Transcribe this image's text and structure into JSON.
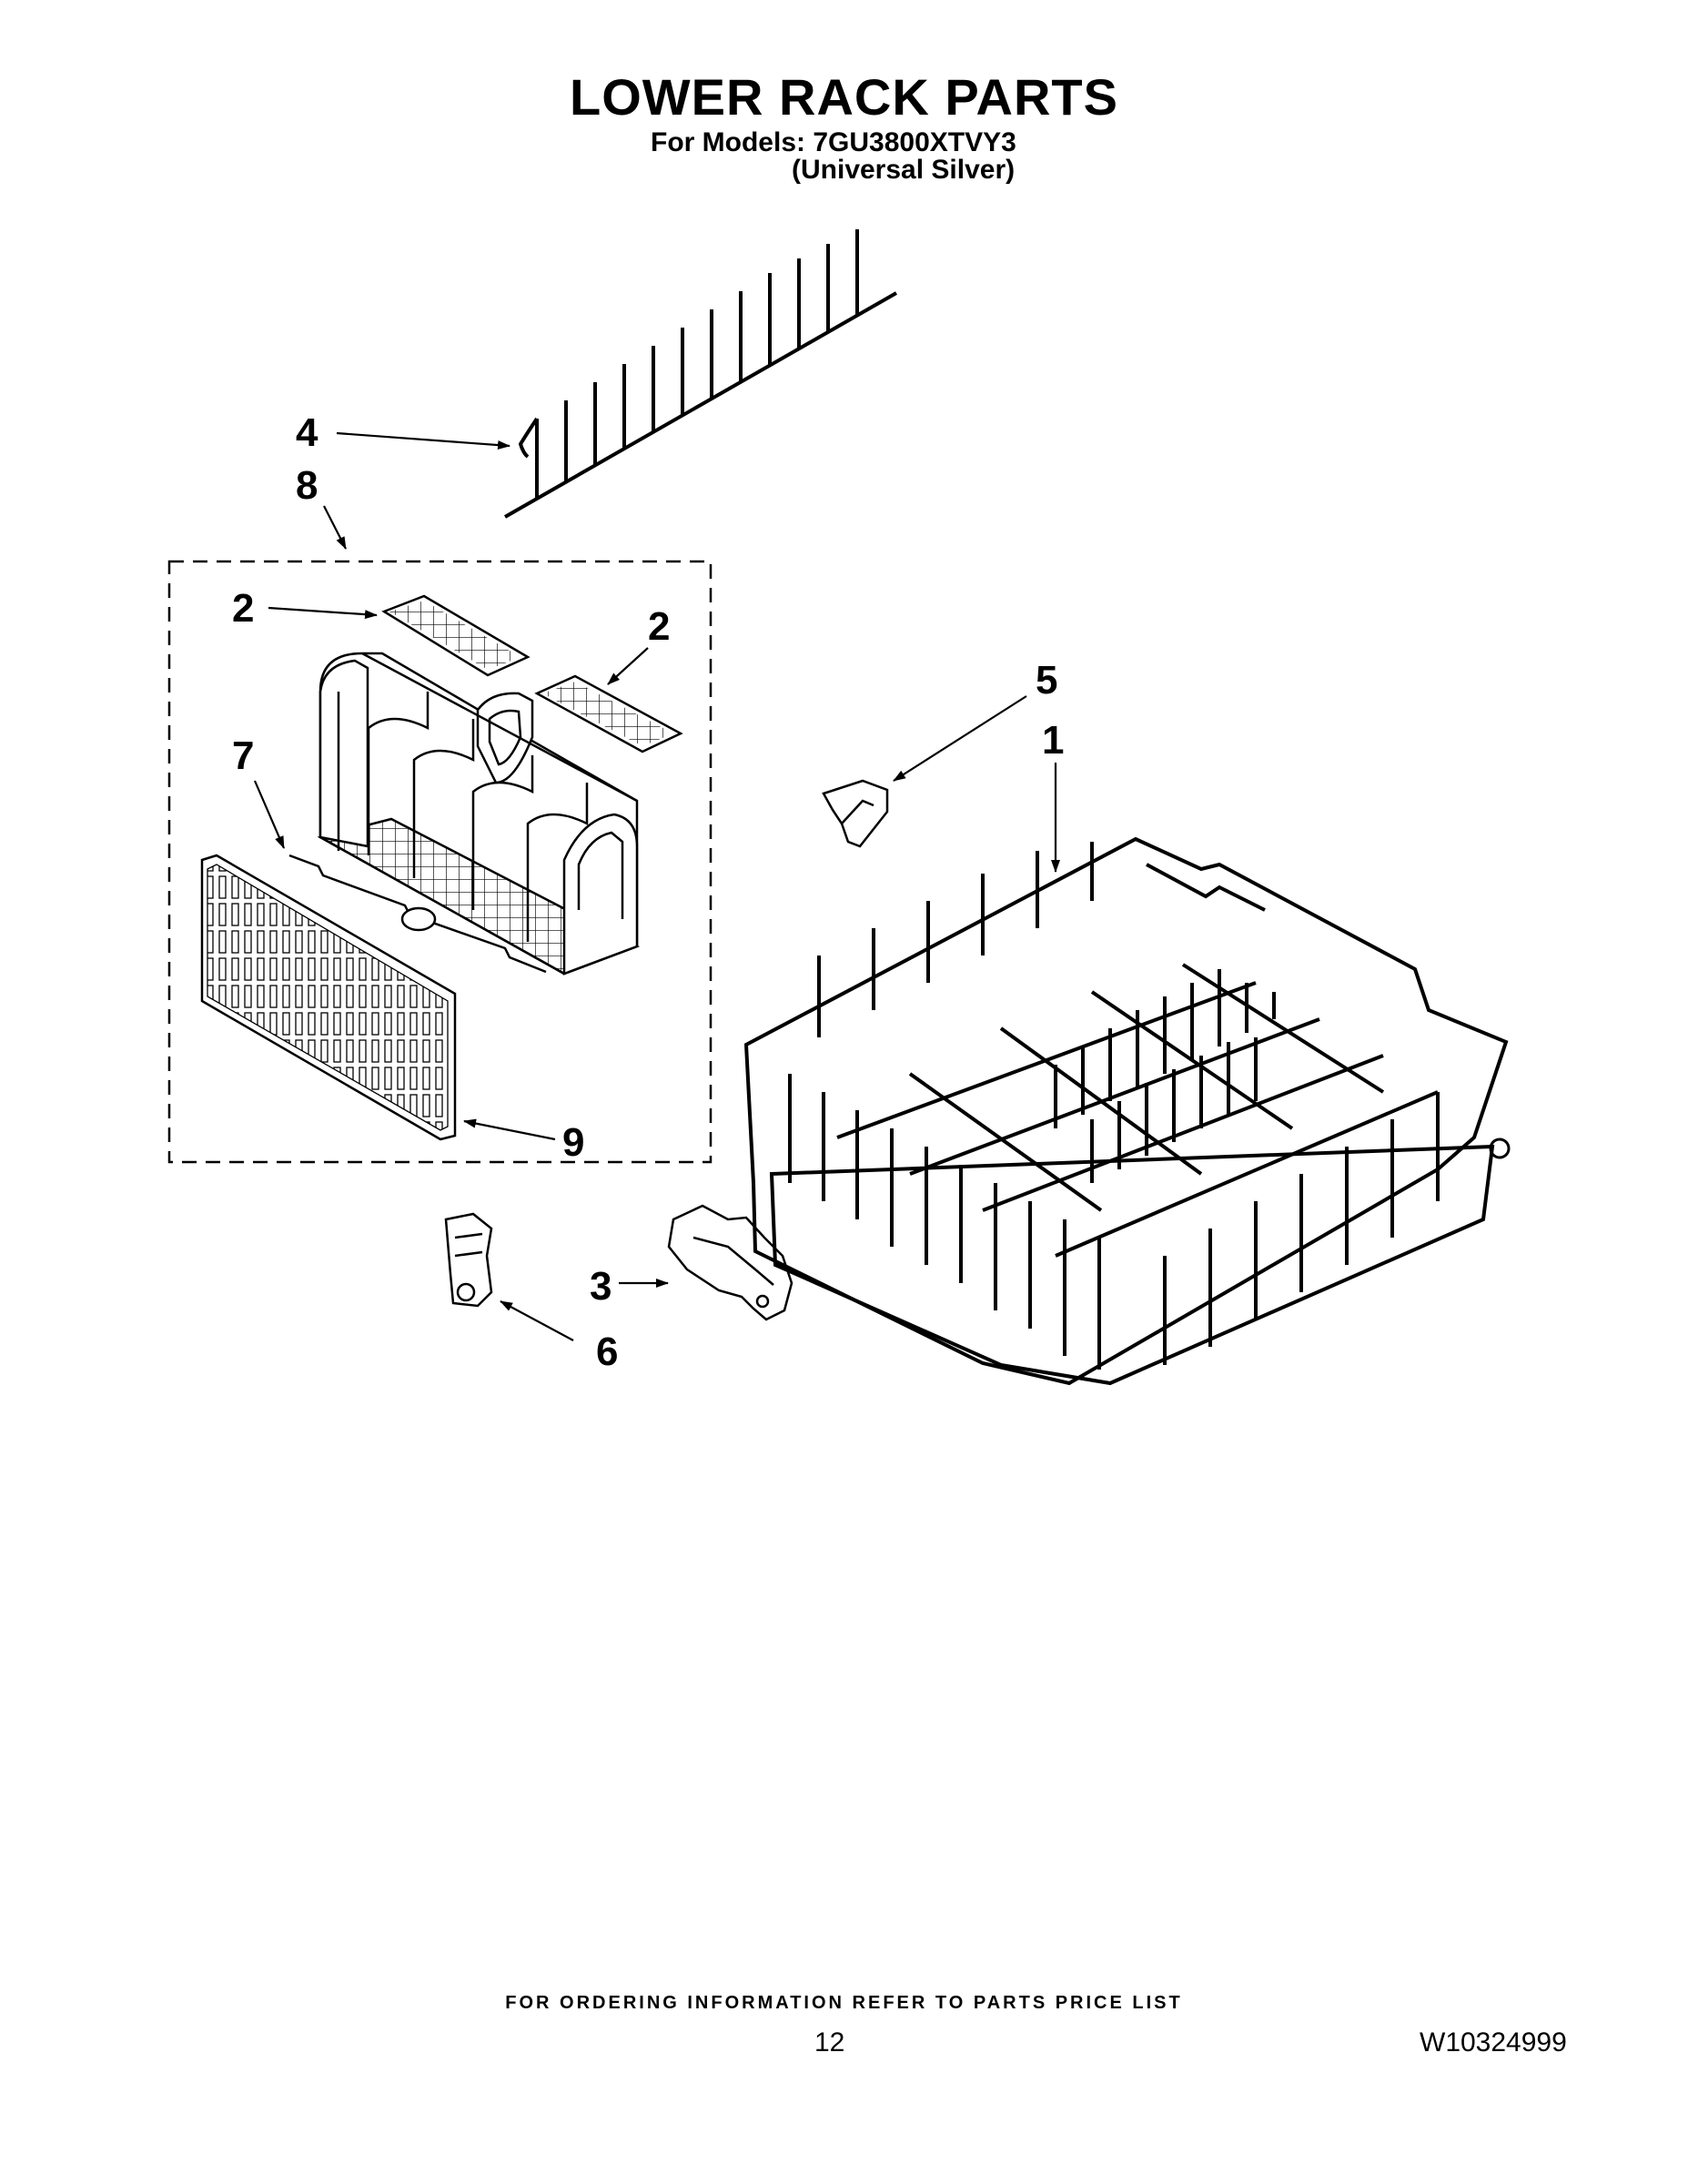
{
  "header": {
    "title": "LOWER RACK PARTS",
    "models_line": "For Models: 7GU3800XTVY3",
    "variant_line": "(Universal Silver)"
  },
  "callouts": {
    "c1": "1",
    "c2a": "2",
    "c2b": "2",
    "c3": "3",
    "c4": "4",
    "c5": "5",
    "c6": "6",
    "c7": "7",
    "c8": "8",
    "c9": "9"
  },
  "footer": {
    "note": "FOR ORDERING INFORMATION REFER TO PARTS PRICE LIST",
    "page_number": "12",
    "document_number": "W10324999"
  }
}
